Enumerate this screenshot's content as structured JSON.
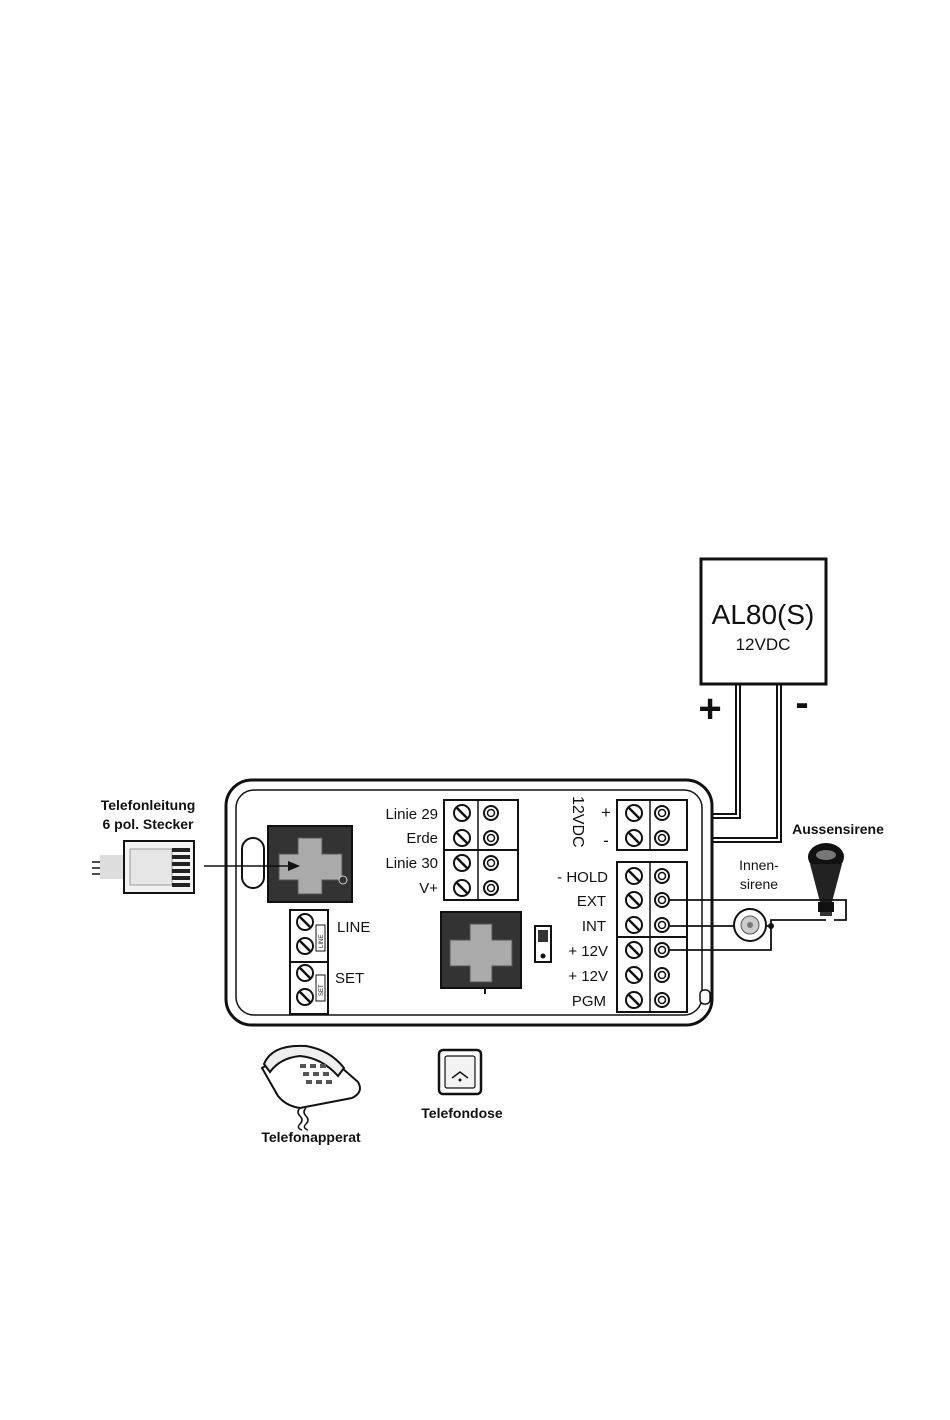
{
  "power_supply": {
    "name": "AL80(S)",
    "voltage": "12VDC"
  },
  "polarity": {
    "plus": "+",
    "minus": "-"
  },
  "dc_block": {
    "label": "12VDC",
    "plus": "+",
    "minus": "-"
  },
  "phone_line": {
    "line1": "Telefonleitung",
    "line2": "6 pol. Stecker"
  },
  "lines_block": [
    "Linie 29",
    "Erde",
    "Linie 30",
    "V+"
  ],
  "outputs_block": [
    "- HOLD",
    "EXT",
    "INT",
    "+ 12V",
    "+ 12V",
    "PGM"
  ],
  "line_set": {
    "line": "LINE",
    "set": "SET",
    "chip1": "LINE",
    "chip2": "SET"
  },
  "sirens": {
    "outdoor": "Aussensirene",
    "indoor_line1": "Innen-",
    "indoor_line2": "sirene"
  },
  "bottom": {
    "phone": "Telefonapperat",
    "socket": "Telefondose"
  }
}
